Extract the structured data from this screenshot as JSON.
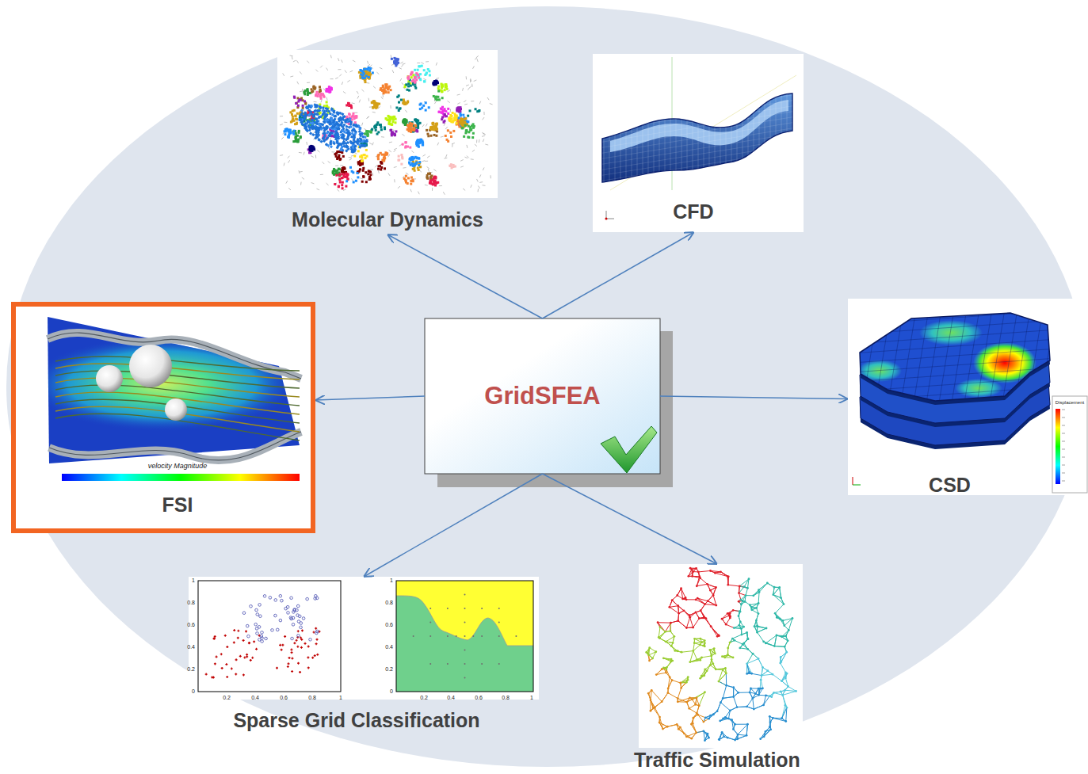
{
  "diagram": {
    "nodes": [
      {
        "text": [
          "Molecular Dynamics"
        ]
      },
      {
        "text": [
          "CFD"
        ]
      },
      {
        "text": [
          "FSI"
        ]
      },
      {
        "text": [
          "GridSFEA"
        ]
      },
      {
        "text": [
          "CSD"
        ]
      },
      {
        "text": [
          "Sparse Grid Classification"
        ]
      },
      {
        "text": [
          "Traffic Simulation"
        ]
      }
    ],
    "edges": [
      {
        "from": 3,
        "to": 0,
        "arrow": "to"
      },
      {
        "from": 3,
        "to": 1,
        "arrow": "to"
      },
      {
        "from": 3,
        "to": 2,
        "arrow": "to"
      },
      {
        "from": 3,
        "to": 4,
        "arrow": "to"
      },
      {
        "from": 3,
        "to": 5,
        "arrow": "to"
      },
      {
        "from": 3,
        "to": 6,
        "arrow": "to"
      }
    ],
    "labels": [
      "velocity Magnitude",
      "Displacement",
      "1",
      "0.8",
      "0.6",
      "0.4",
      "0.2",
      "0",
      "0.2",
      "0.4",
      "0.6",
      "0.8",
      "1",
      "1",
      "0.8",
      "0.6",
      "0.4",
      "0.2",
      "0",
      "0.2",
      "0.4",
      "0.6",
      "0.8",
      "1"
    ]
  }
}
